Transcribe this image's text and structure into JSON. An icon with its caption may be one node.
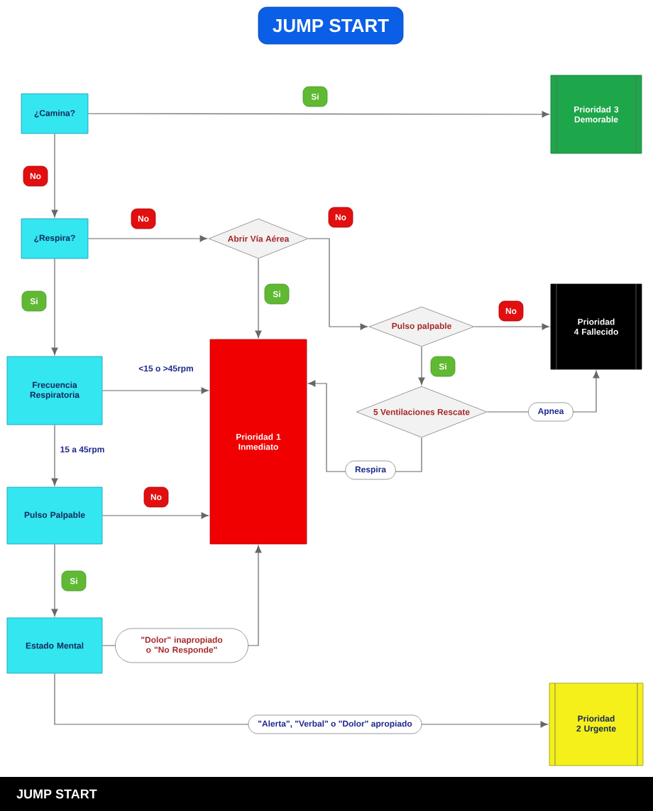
{
  "diagram": {
    "title": "JUMP START",
    "nodes": [
      {
        "text": [
          "¿Camina?"
        ]
      },
      {
        "text": [
          "Prioridad 3 Demorable"
        ]
      },
      {
        "text": [
          "¿Respira?"
        ]
      },
      {
        "text": [
          "Abrir Vía Aérea"
        ]
      },
      {
        "text": [
          "Frecuencia Respiratoria"
        ]
      },
      {
        "text": [
          "Prioridad 1 Inmediato"
        ]
      },
      {
        "text": [
          "Pulso palpable"
        ]
      },
      {
        "text": [
          "Prioridad 4 Fallecido"
        ]
      },
      {
        "text": [
          "5 Ventilaciones Rescate"
        ]
      },
      {
        "text": [
          "Pulso Palpable"
        ]
      },
      {
        "text": [
          "Estado Mental"
        ]
      },
      {
        "text": [
          "Prioridad 2 Urgente"
        ]
      }
    ],
    "edges": [
      {
        "from": 0,
        "to": 1,
        "arrow": "to",
        "label": "Si"
      },
      {
        "from": 0,
        "to": 2,
        "arrow": "to",
        "label": "No"
      },
      {
        "from": 2,
        "to": 3,
        "arrow": "to",
        "label": "No"
      },
      {
        "from": 3,
        "to": 5,
        "arrow": "to",
        "label": "Si"
      },
      {
        "from": 3,
        "to": 6,
        "arrow": "to",
        "label": "No"
      },
      {
        "from": 2,
        "to": 4,
        "arrow": "to",
        "label": "Si"
      },
      {
        "from": 6,
        "to": 7,
        "arrow": "to",
        "label": "No"
      },
      {
        "from": 6,
        "to": 8,
        "arrow": "to",
        "label": "Si"
      },
      {
        "from": 8,
        "to": 7,
        "arrow": "to",
        "label": "Apnea"
      },
      {
        "from": 8,
        "to": 5,
        "arrow": "to",
        "label": "Respira"
      },
      {
        "from": 4,
        "to": 5,
        "arrow": "to",
        "label": "<15 o >45rpm"
      },
      {
        "from": 4,
        "to": 9,
        "arrow": "to",
        "label": "15 a 45rpm"
      },
      {
        "from": 9,
        "to": 5,
        "arrow": "to",
        "label": "No"
      },
      {
        "from": 9,
        "to": 10,
        "arrow": "to",
        "label": "Si"
      },
      {
        "from": 10,
        "to": 5,
        "arrow": "to",
        "label": "\"Dolor\" inapropiado o \"No Responde\""
      },
      {
        "from": 10,
        "to": 11,
        "arrow": "to",
        "label": "\"Alerta\", \"Verbal\" o \"Dolor\" apropiado"
      }
    ],
    "labels": [
      "JUMP START"
    ]
  }
}
